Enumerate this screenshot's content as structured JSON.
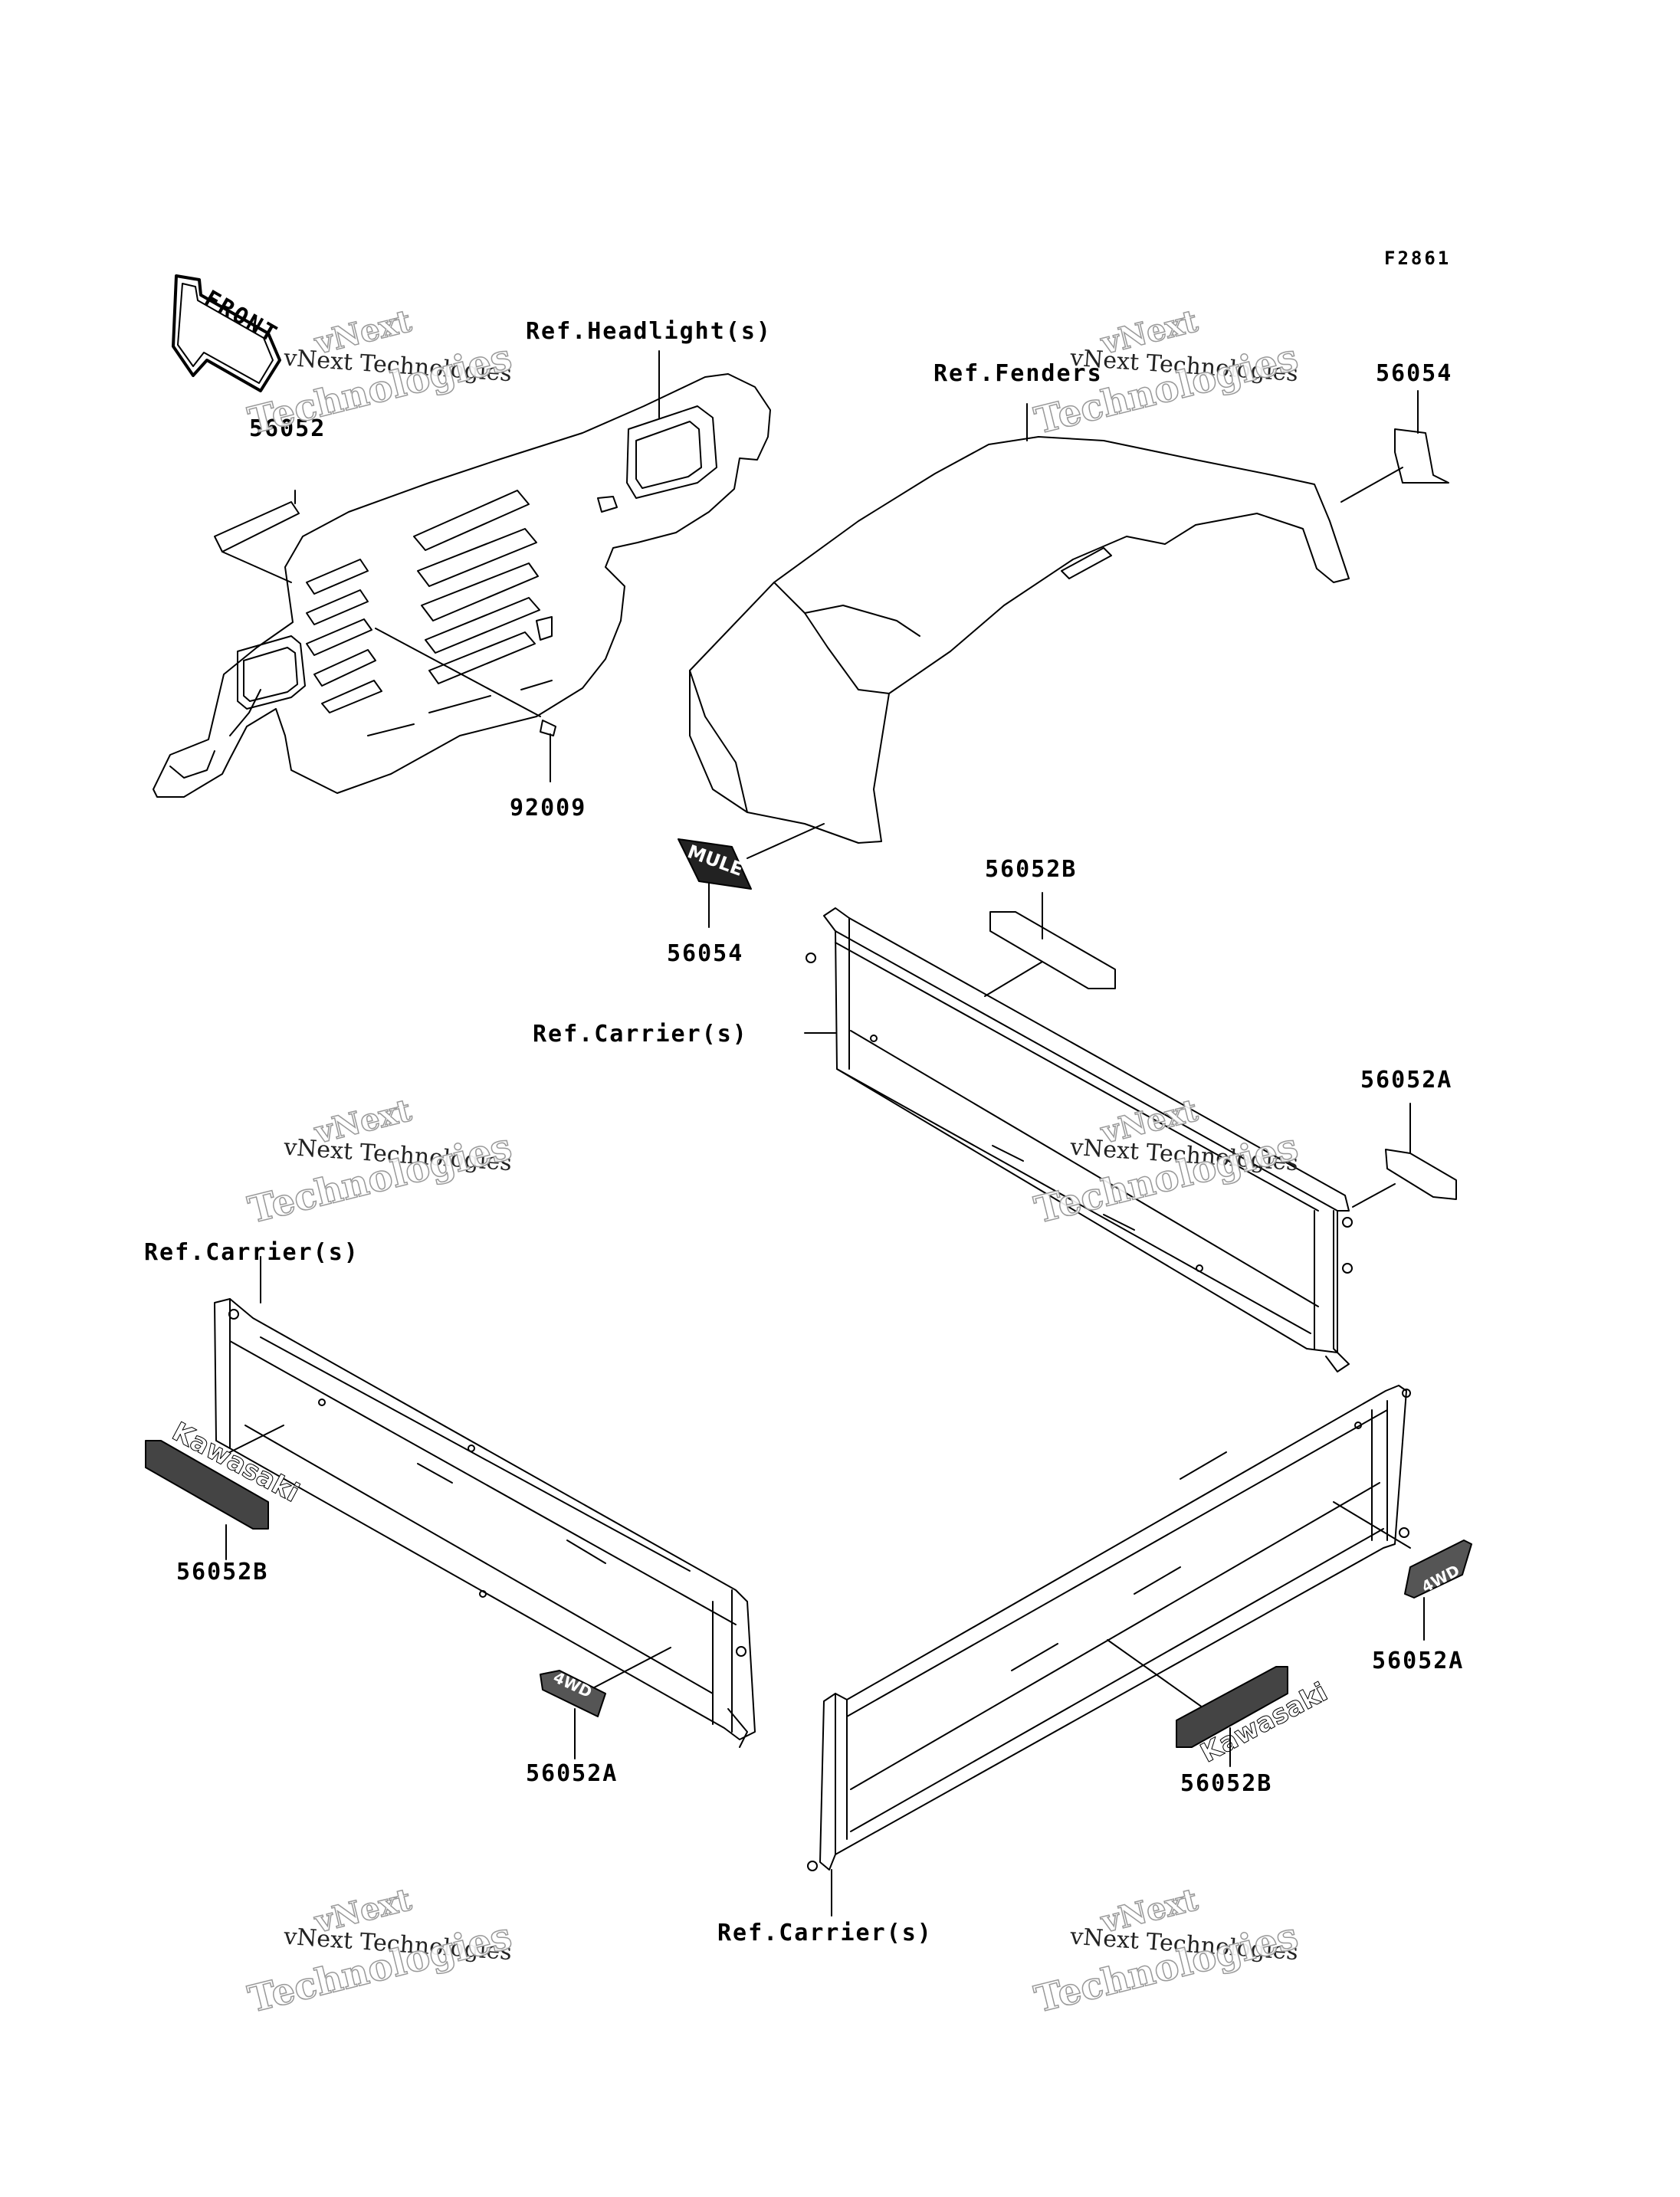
{
  "figure_code": "F2861",
  "front_arrow": "FRONT",
  "labels": {
    "ref_headlight": "Ref.Headlight(s)",
    "ref_fenders": "Ref.Fenders",
    "ref_carrier_top": "Ref.Carrier(s)",
    "ref_carrier_left": "Ref.Carrier(s)",
    "ref_carrier_bottom": "Ref.Carrier(s)",
    "p56052": "56052",
    "p92009": "92009",
    "p56054_top": "56054",
    "p56054_mid": "56054",
    "p56052b_top": "56052B",
    "p56052a_right": "56052A",
    "p56052b_left": "56052B",
    "p56052a_left": "56052A",
    "p56052a_lower_right": "56052A",
    "p56052b_lower_right": "56052B"
  },
  "decals": {
    "kawasaki_left": "Kawasaki",
    "kawasaki_right": "Kawasaki",
    "mule": "MULE",
    "fourwd_left": "4WD",
    "fourwd_right": "4WD"
  },
  "watermark": {
    "line1": "vNext",
    "line2": "vNext Technologies",
    "line3": "Technologies"
  }
}
